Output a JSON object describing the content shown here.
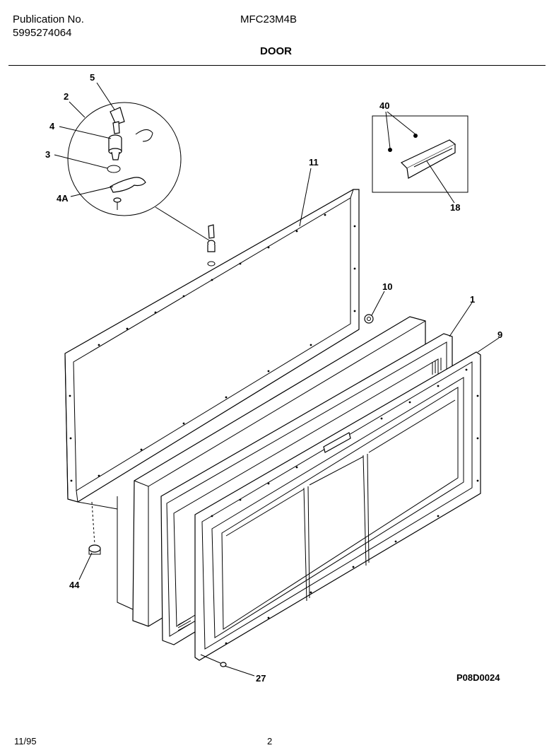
{
  "header": {
    "publication_label": "Publication No.",
    "publication_number": "5995274064",
    "model": "MFC23M4B",
    "section_title": "DOOR"
  },
  "callouts": {
    "c5": "5",
    "c2": "2",
    "c4": "4",
    "c3": "3",
    "c4a": "4A",
    "c11": "11",
    "c40": "40",
    "c18": "18",
    "c10": "10",
    "c1": "1",
    "c9": "9",
    "c44": "44",
    "c27": "27"
  },
  "figure_id": "P08D0024",
  "footer": {
    "date": "11/95",
    "page": "2"
  }
}
